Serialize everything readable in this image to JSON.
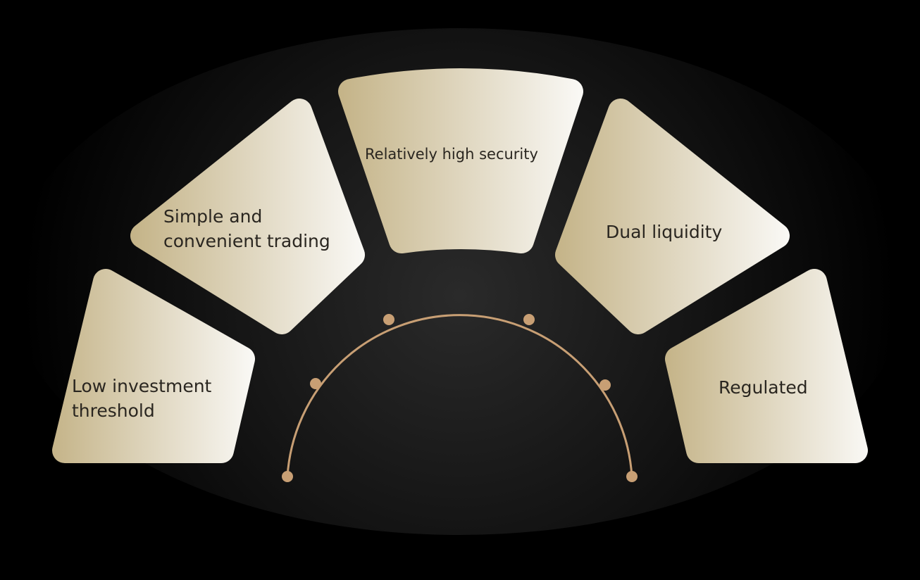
{
  "features": [
    {
      "label": "Low investment threshold"
    },
    {
      "label": "Simple and convenient trading"
    },
    {
      "label": "Relatively high security"
    },
    {
      "label": "Dual liquidity"
    },
    {
      "label": "Regulated"
    }
  ],
  "colors": {
    "tile_left": "#c4b387",
    "tile_right": "#faf9f6",
    "arc": "#c89f74",
    "text": "#2a2620"
  }
}
